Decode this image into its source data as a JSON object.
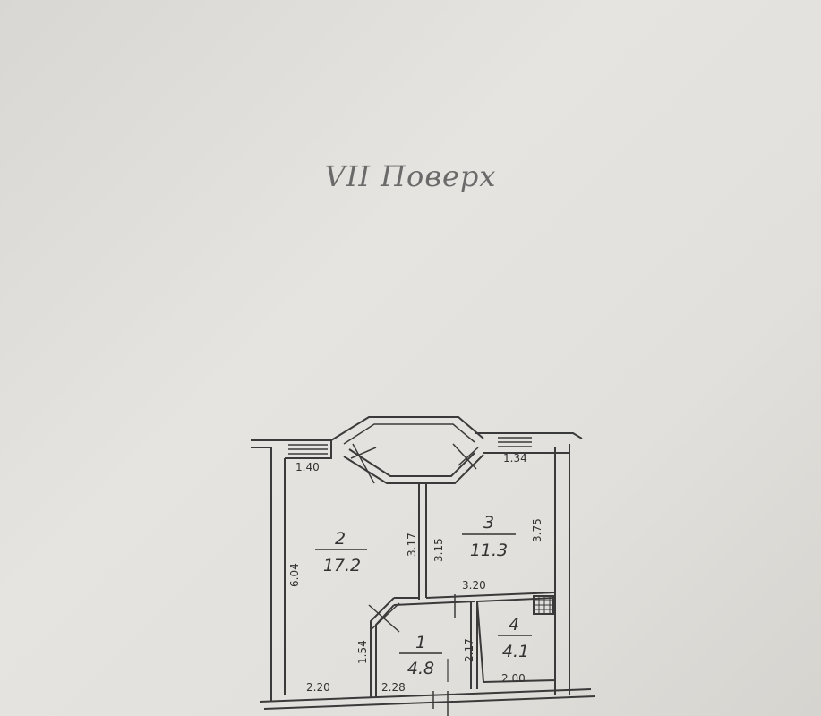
{
  "title": "VII Поверх",
  "rooms": [
    {
      "id": "1",
      "area": "4.8"
    },
    {
      "id": "2",
      "area": "17.2"
    },
    {
      "id": "3",
      "area": "11.3"
    },
    {
      "id": "4",
      "area": "4.1"
    }
  ],
  "dimensions": {
    "d_1_40": "1.40",
    "d_1_34": "1.34",
    "d_6_04": "6.04",
    "d_3_17": "3.17",
    "d_3_15": "3.15",
    "d_3_75": "3.75",
    "d_3_20": "3.20",
    "d_1_54": "1.54",
    "d_2_17": "2.17",
    "d_2_20": "2.20",
    "d_2_28": "2.28",
    "d_2_00": "2.00"
  },
  "colors": {
    "ink": "#3a3a3a",
    "paper": "#e4e2de"
  }
}
